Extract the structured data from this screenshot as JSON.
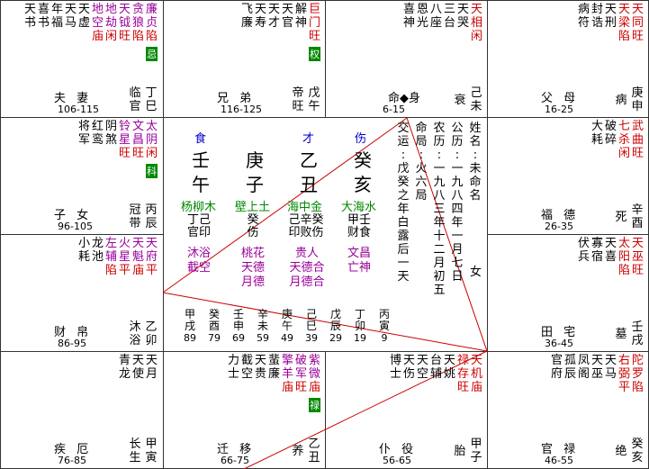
{
  "cells": {
    "c00": {
      "palace": "夫 妻",
      "ages": "106-115",
      "small": [
        "临",
        "官"
      ],
      "gz": [
        "丁",
        "巳"
      ],
      "stars": [
        [
          "天",
          "书"
        ],
        [
          "喜",
          "书"
        ],
        [
          "年",
          "福"
        ],
        [
          "天",
          "马"
        ],
        [
          "天",
          "虚"
        ]
      ],
      "mid": [
        [
          "地",
          "空",
          "庙"
        ],
        [
          "地",
          "劫",
          "闲"
        ],
        [
          "天",
          "钺",
          "旺"
        ],
        [
          "贪",
          "狼",
          "陷"
        ],
        [
          "廉",
          "贞",
          "陷"
        ]
      ],
      "badge": "忌"
    },
    "c01": {
      "palace": "兄 弟",
      "ages": "116-125",
      "small": [
        "帝",
        "旺"
      ],
      "gz": [
        "戊",
        "午"
      ],
      "stars": [
        [
          "飞",
          "廉"
        ],
        [
          "天",
          "寿"
        ],
        [
          "天",
          "才"
        ],
        [
          "天",
          "官"
        ],
        [
          "解",
          "神"
        ]
      ],
      "main": [
        [
          "巨",
          "门",
          "旺"
        ]
      ],
      "badge": "权"
    },
    "c02": {
      "palace": "命◆身",
      "ages": "6-15",
      "small": [
        "衰"
      ],
      "gz": [
        "己",
        "未"
      ],
      "stars": [
        [
          "喜",
          "神"
        ],
        [
          "恩",
          "光"
        ],
        [
          "八",
          "座"
        ],
        [
          "三",
          "台"
        ],
        [
          "天",
          "哭"
        ]
      ],
      "main": [
        [
          "天",
          "相",
          "闲"
        ]
      ]
    },
    "c03": {
      "palace": "父 母",
      "ages": "16-25",
      "small": [
        "病"
      ],
      "gz": [
        "庚",
        "申"
      ],
      "stars": [
        [
          "病",
          "符"
        ],
        [
          "封",
          "诰"
        ],
        [
          "天",
          "刑"
        ]
      ],
      "main": [
        [
          "天",
          "梁",
          "陷"
        ],
        [
          "天",
          "同",
          "旺"
        ]
      ]
    },
    "c10": {
      "palace": "子 女",
      "ages": "96-105",
      "small": [
        "冠",
        "带"
      ],
      "gz": [
        "丙",
        "辰"
      ],
      "stars": [
        [
          "将",
          "军"
        ],
        [
          "红",
          "鸾"
        ],
        [
          "阴",
          "煞"
        ]
      ],
      "mid": [
        [
          "铃",
          "星",
          "旺"
        ],
        [
          "文",
          "昌",
          "旺"
        ],
        [
          "太",
          "阴",
          "闲"
        ]
      ],
      "badge": "科"
    },
    "c13": {
      "palace": "福 德",
      "ages": "26-35",
      "small": [
        "死"
      ],
      "gz": [
        "辛",
        "酉"
      ],
      "stars": [
        [
          "大",
          "耗"
        ],
        [
          "破",
          "碎"
        ]
      ],
      "main": [
        [
          "七",
          "杀",
          "闲"
        ],
        [
          "武",
          "曲",
          "旺"
        ]
      ]
    },
    "c20": {
      "palace": "财 帛",
      "ages": "86-95",
      "small": [
        "沐",
        "浴"
      ],
      "gz": [
        "乙",
        "卯"
      ],
      "stars": [
        [
          "小",
          "耗"
        ],
        [
          "龙",
          "池"
        ]
      ],
      "mid": [
        [
          "左",
          "辅",
          "陷"
        ],
        [
          "火",
          "星",
          "平"
        ],
        [
          "天",
          "魁",
          "庙"
        ],
        [
          "天",
          "府",
          "平"
        ]
      ]
    },
    "c23": {
      "palace": "田 宅",
      "ages": "36-45",
      "small": [
        "墓"
      ],
      "gz": [
        "壬",
        "戌"
      ],
      "stars": [
        [
          "伏",
          "兵"
        ],
        [
          "寡",
          "宿"
        ],
        [
          "天",
          "喜"
        ]
      ],
      "main": [
        [
          "太",
          "阳",
          "陷"
        ],
        [
          "天",
          "巫",
          "旺"
        ]
      ]
    },
    "c30": {
      "palace": "疾 厄",
      "ages": "76-85",
      "small": [
        "长",
        "生"
      ],
      "gz": [
        "甲",
        "寅"
      ],
      "stars": [
        [
          "青",
          "龙"
        ],
        [
          "天",
          "使"
        ],
        [
          "天",
          "月"
        ]
      ]
    },
    "c31": {
      "palace": "迁 移",
      "ages": "66-75",
      "small": [
        "养"
      ],
      "gz": [
        "乙",
        "丑"
      ],
      "stars": [
        [
          "力",
          "士"
        ],
        [
          "截",
          "空"
        ],
        [
          "天",
          "贵"
        ],
        [
          "蜚",
          "廉"
        ]
      ],
      "mid": [
        [
          "擎",
          "羊",
          "庙"
        ],
        [
          "破",
          "军",
          "旺"
        ],
        [
          "紫",
          "微",
          "庙"
        ]
      ],
      "badge": "禄"
    },
    "c32": {
      "palace": "仆 役",
      "ages": "56-65",
      "small": [
        "胎"
      ],
      "gz": [
        "甲",
        "子"
      ],
      "stars": [
        [
          "博",
          "士"
        ],
        [
          "天",
          "伤"
        ],
        [
          "天",
          "空"
        ],
        [
          "台",
          "辅"
        ],
        [
          "天",
          "姚"
        ]
      ],
      "main": [
        [
          "禄",
          "存",
          "旺"
        ],
        [
          "天",
          "机",
          "庙"
        ]
      ]
    },
    "c33": {
      "palace": "官 禄",
      "ages": "46-55",
      "small": [
        "绝"
      ],
      "gz": [
        "癸",
        "亥"
      ],
      "stars": [
        [
          "官",
          "府"
        ],
        [
          "孤",
          "辰"
        ],
        [
          "凤",
          "阁"
        ],
        [
          "天",
          "巫"
        ],
        [
          "天",
          "马"
        ]
      ],
      "main": [
        [
          "右",
          "弼",
          "平"
        ],
        [
          "陀",
          "罗",
          "陷"
        ]
      ]
    }
  },
  "center": {
    "shishen": [
      "食",
      "",
      "才",
      "伤"
    ],
    "tiangan": [
      "壬",
      "庚",
      "乙",
      "癸"
    ],
    "dizhi": [
      "午",
      "子",
      "丑",
      "亥"
    ],
    "nayin": [
      "杨柳木",
      "壁上土",
      "海中金",
      "大海水"
    ],
    "canggan": [
      "丁己",
      "癸",
      "己辛癸",
      "甲壬"
    ],
    "canggan_shen": [
      "官印",
      "伤",
      "印败伤",
      "财食"
    ],
    "sha": [
      [
        "沐浴",
        "截空"
      ],
      [
        "桃花",
        "天德",
        "月德"
      ],
      [
        "贵人",
        "天德合",
        "月德合"
      ],
      [
        "文昌",
        "亡神"
      ]
    ],
    "info": [
      "姓名:未命名",
      "公历:一九八四年一月七日",
      "农历:一九八三年十二月初五",
      "命局:火六局",
      "交运:戊癸之年白露后一天"
    ],
    "gender": "女",
    "dayun_gan": [
      "甲",
      "癸",
      "壬",
      "辛",
      "庚",
      "己",
      "戊",
      "丁",
      "丙"
    ],
    "dayun_zhi": [
      "戌",
      "酉",
      "申",
      "未",
      "午",
      "巳",
      "辰",
      "卯",
      "寅"
    ],
    "dayun_age": [
      "89",
      "79",
      "69",
      "59",
      "49",
      "39",
      "29",
      "19",
      "9"
    ]
  },
  "colors": {
    "green": "#008800",
    "purple": "#990099",
    "red": "#cc0000",
    "line": "#cc0000",
    "blue": "#0000cc"
  }
}
